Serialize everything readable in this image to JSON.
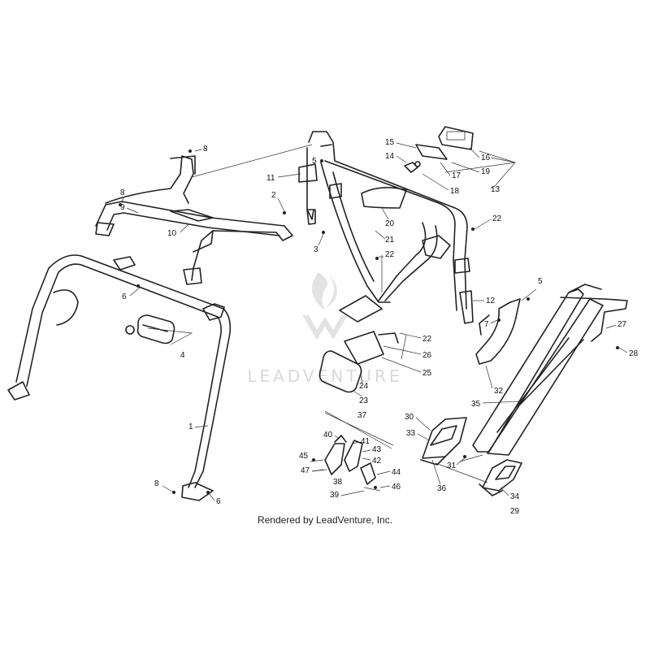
{
  "diagram": {
    "credit": "Rendered by LeadVenture, Inc.",
    "watermark": "LEADVENTURE",
    "callouts": [
      "1",
      "2",
      "3",
      "4",
      "5",
      "6",
      "7",
      "8",
      "9",
      "10",
      "11",
      "12",
      "13",
      "14",
      "15",
      "16",
      "17",
      "18",
      "19",
      "20",
      "21",
      "22",
      "23",
      "24",
      "25",
      "26",
      "27",
      "28",
      "29",
      "30",
      "31",
      "32",
      "33",
      "34",
      "35",
      "36",
      "37",
      "38",
      "39",
      "40",
      "41",
      "42",
      "43",
      "44",
      "45",
      "46",
      "47"
    ]
  }
}
